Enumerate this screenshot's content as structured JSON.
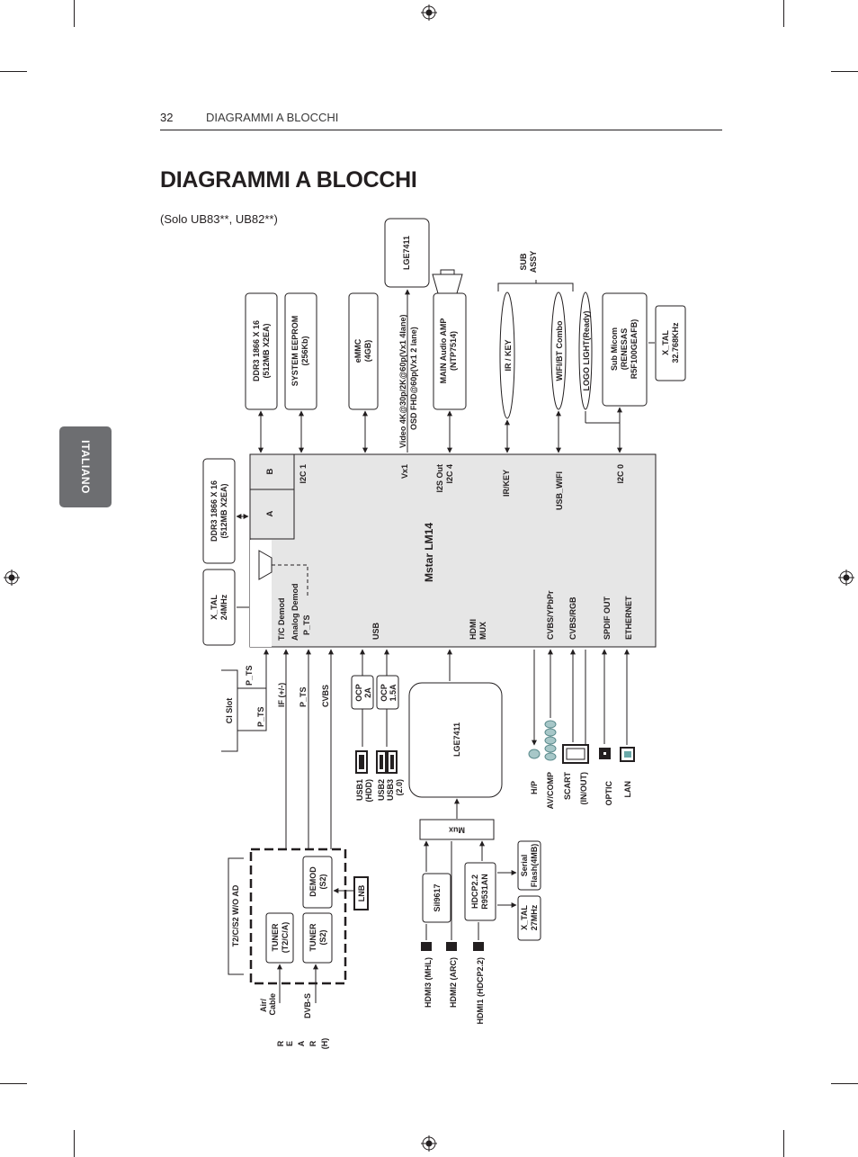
{
  "header": {
    "page_number": "32",
    "section": "DIAGRAMMI A BLOCCHI"
  },
  "title": "DIAGRAMMI A BLOCCHI",
  "subtitle": "(Solo UB83**, UB82**)",
  "language_tab": "ITALIANO",
  "diagram": {
    "main_chip": "Mstar LM14",
    "main_ports": {
      "b": "B",
      "a": "A",
      "i2c1": "I2C 1",
      "vx1": "Vx1",
      "i2s_1": "I2S Out",
      "i2s_2": "I2C 4",
      "irkey": "IR/KEY",
      "usb_wifi": "USB_WIFI",
      "i2c0": "I2C 0",
      "demod_1": "T/C  Demod",
      "demod_2": "Analog Demod",
      "p_ts": "P_TS",
      "usb": "USB",
      "hdmi_1": "HDMI",
      "hdmi_2": "MUX",
      "cvbs_ypbpr": "CVBS/YPbPr",
      "cvbs_rgb": "CVBS/RGB",
      "spdif": "SPDIF OUT",
      "ethernet": "ETHERNET"
    },
    "top_blocks": {
      "ddr_top_1": "DDR3 1866 X 16",
      "ddr_top_2": "(512MB X2EA)",
      "eeprom_1": "SYSTEM EEPROM",
      "eeprom_2": "(256Kb)",
      "emmc_1": "eMMC",
      "emmc_2": "(4GB)",
      "lge_top": "LGE7411",
      "video_1": "Video 4K@30p/2K@60p(Vx1 4lane)",
      "video_2": "OSD FHD@60p(Vx1 2 lane)",
      "amp_1": "MAIN Audio AMP",
      "amp_2": "(NTP7514)",
      "irkey": "IR / KEY",
      "wifi": "WIFI/BT Combo",
      "logo": "LOGO LIGHT(Ready)",
      "submicom_1": "Sub Micom",
      "submicom_2": "(RENESAS",
      "submicom_3": "R5F100GEAFB)",
      "xtal_sub_1": "X_TAL",
      "xtal_sub_2": "32.768KHz",
      "sub_assy_1": "SUB",
      "sub_assy_2": "ASSY"
    },
    "left_blocks": {
      "ddr_left_1": "DDR3 1866 X 16",
      "ddr_left_2": "(512MB X2EA)",
      "xtal_1": "X_TAL",
      "xtal_2": "24MHz"
    },
    "bottom": {
      "ci_slot": "CI Slot",
      "p_ts": "P_TS",
      "if": "IF (+/-)",
      "cvbs": "CVBS",
      "ocp1_1": "OCP",
      "ocp1_2": "2A",
      "ocp2_1": "OCP",
      "ocp2_2": "1.5A",
      "usb1_1": "USB1",
      "usb1_2": "(HDD)",
      "usb23_1": "USB2",
      "usb23_2": "USB3",
      "usb23_3": "(2.0)",
      "lge_bottom": "LGE7411",
      "mux": "Mux",
      "hp": "H/P",
      "avcomp": "AV/COMP",
      "scart_1": "SCART",
      "scart_2": "(IN/OUT)",
      "optic": "OPTIC",
      "lan": "LAN",
      "tuner_group": "T2/C/S2 W/O AD",
      "tuner1_1": "TUNER",
      "tuner1_2": "(T2/C/A)",
      "tuner2_1": "TUNER",
      "tuner2_2": "(S2)",
      "demod_1": "DEMOD",
      "demod_2": "(S2)",
      "lnb": "LNB",
      "air_1": "Air/",
      "air_2": "Cable",
      "dvbs": "DVB-S",
      "rear_1": "R",
      "rear_2": "E",
      "rear_3": "A",
      "rear_4": "R",
      "rear_5": "(H)",
      "sii": "Sil9617",
      "hdcp_1": "HDCP2.2",
      "hdcp_2": "R9531AN",
      "serial_1": "Serial",
      "serial_2": "Flash(4MB)",
      "xtal27_1": "X_TAL",
      "xtal27_2": "27MHz",
      "hdmi3": "HDMI3 (MHL)",
      "hdmi2": "HDMI2 (ARC)",
      "hdmi1": "HDMI1 (HDCP2.2)"
    }
  }
}
